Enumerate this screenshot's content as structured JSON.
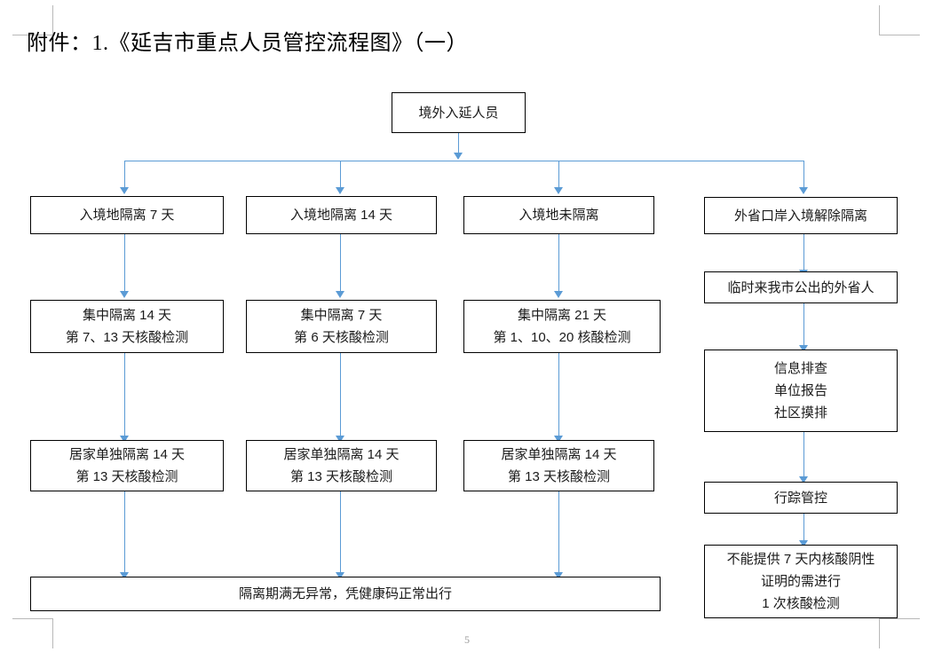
{
  "document": {
    "title": "附件：1.《延吉市重点人员管控流程图》（一）",
    "page_number": "5"
  },
  "colors": {
    "connector": "#5B9BD5",
    "box_border": "#000000",
    "text": "#1a1a1a",
    "crop_mark": "#b8b8b8"
  },
  "flowchart": {
    "root": {
      "label": "境外入延人员"
    },
    "columns": [
      {
        "id": "col-1",
        "steps": [
          {
            "lines": [
              "入境地隔离 7 天"
            ]
          },
          {
            "lines": [
              "集中隔离 14 天",
              "第 7、13 天核酸检测"
            ]
          },
          {
            "lines": [
              "居家单独隔离 14 天",
              "第 13 天核酸检测"
            ]
          }
        ]
      },
      {
        "id": "col-2",
        "steps": [
          {
            "lines": [
              "入境地隔离 14 天"
            ]
          },
          {
            "lines": [
              "集中隔离 7 天",
              "第 6 天核酸检测"
            ]
          },
          {
            "lines": [
              "居家单独隔离 14 天",
              "第 13 天核酸检测"
            ]
          }
        ]
      },
      {
        "id": "col-3",
        "steps": [
          {
            "lines": [
              "入境地未隔离"
            ]
          },
          {
            "lines": [
              "集中隔离 21 天",
              "第 1、10、20 核酸检测"
            ]
          },
          {
            "lines": [
              "居家单独隔离 14 天",
              "第 13 天核酸检测"
            ]
          }
        ]
      },
      {
        "id": "col-4",
        "steps": [
          {
            "lines": [
              "外省口岸入境解除隔离"
            ]
          },
          {
            "lines": [
              "临时来我市公出的外省人"
            ]
          },
          {
            "lines": [
              "信息排查",
              "单位报告",
              "社区摸排"
            ]
          },
          {
            "lines": [
              "行踪管控"
            ]
          },
          {
            "lines": [
              "不能提供 7 天内核酸阴性",
              "证明的需进行",
              "1 次核酸检测"
            ]
          }
        ]
      }
    ],
    "terminal": {
      "label": "隔离期满无异常，凭健康码正常出行"
    }
  }
}
